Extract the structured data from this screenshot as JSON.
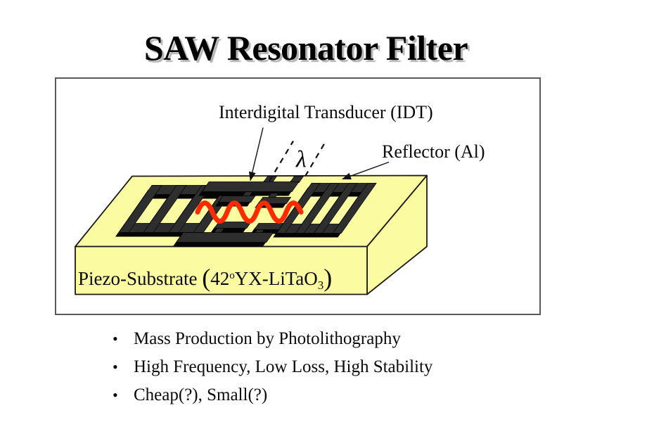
{
  "title": "SAW Resonator Filter",
  "bullet_char": "•",
  "bullets": [
    "Mass Production by Photolithography",
    "High Frequency, Low Loss, High Stability",
    "Cheap(?), Small(?)"
  ],
  "diagram": {
    "idt_label": "Interdigital Transducer (IDT)",
    "reflector_label": "Reflector (Al)",
    "lambda_symbol": "λ",
    "substrate": {
      "prefix": "Piezo-Substrate",
      "open_paren": "(",
      "angle": "42",
      "degree_sup": "o",
      "material": "YX-LiTaO",
      "subscript": "3",
      "close_paren": ")"
    }
  },
  "colors": {
    "substrate_yellow": "#FBFBA2",
    "electrode_face": "#2E2E2E",
    "electrode_shadow": "#050505",
    "wave_red": "#FF2B00",
    "outline": "#1B1B1B"
  }
}
